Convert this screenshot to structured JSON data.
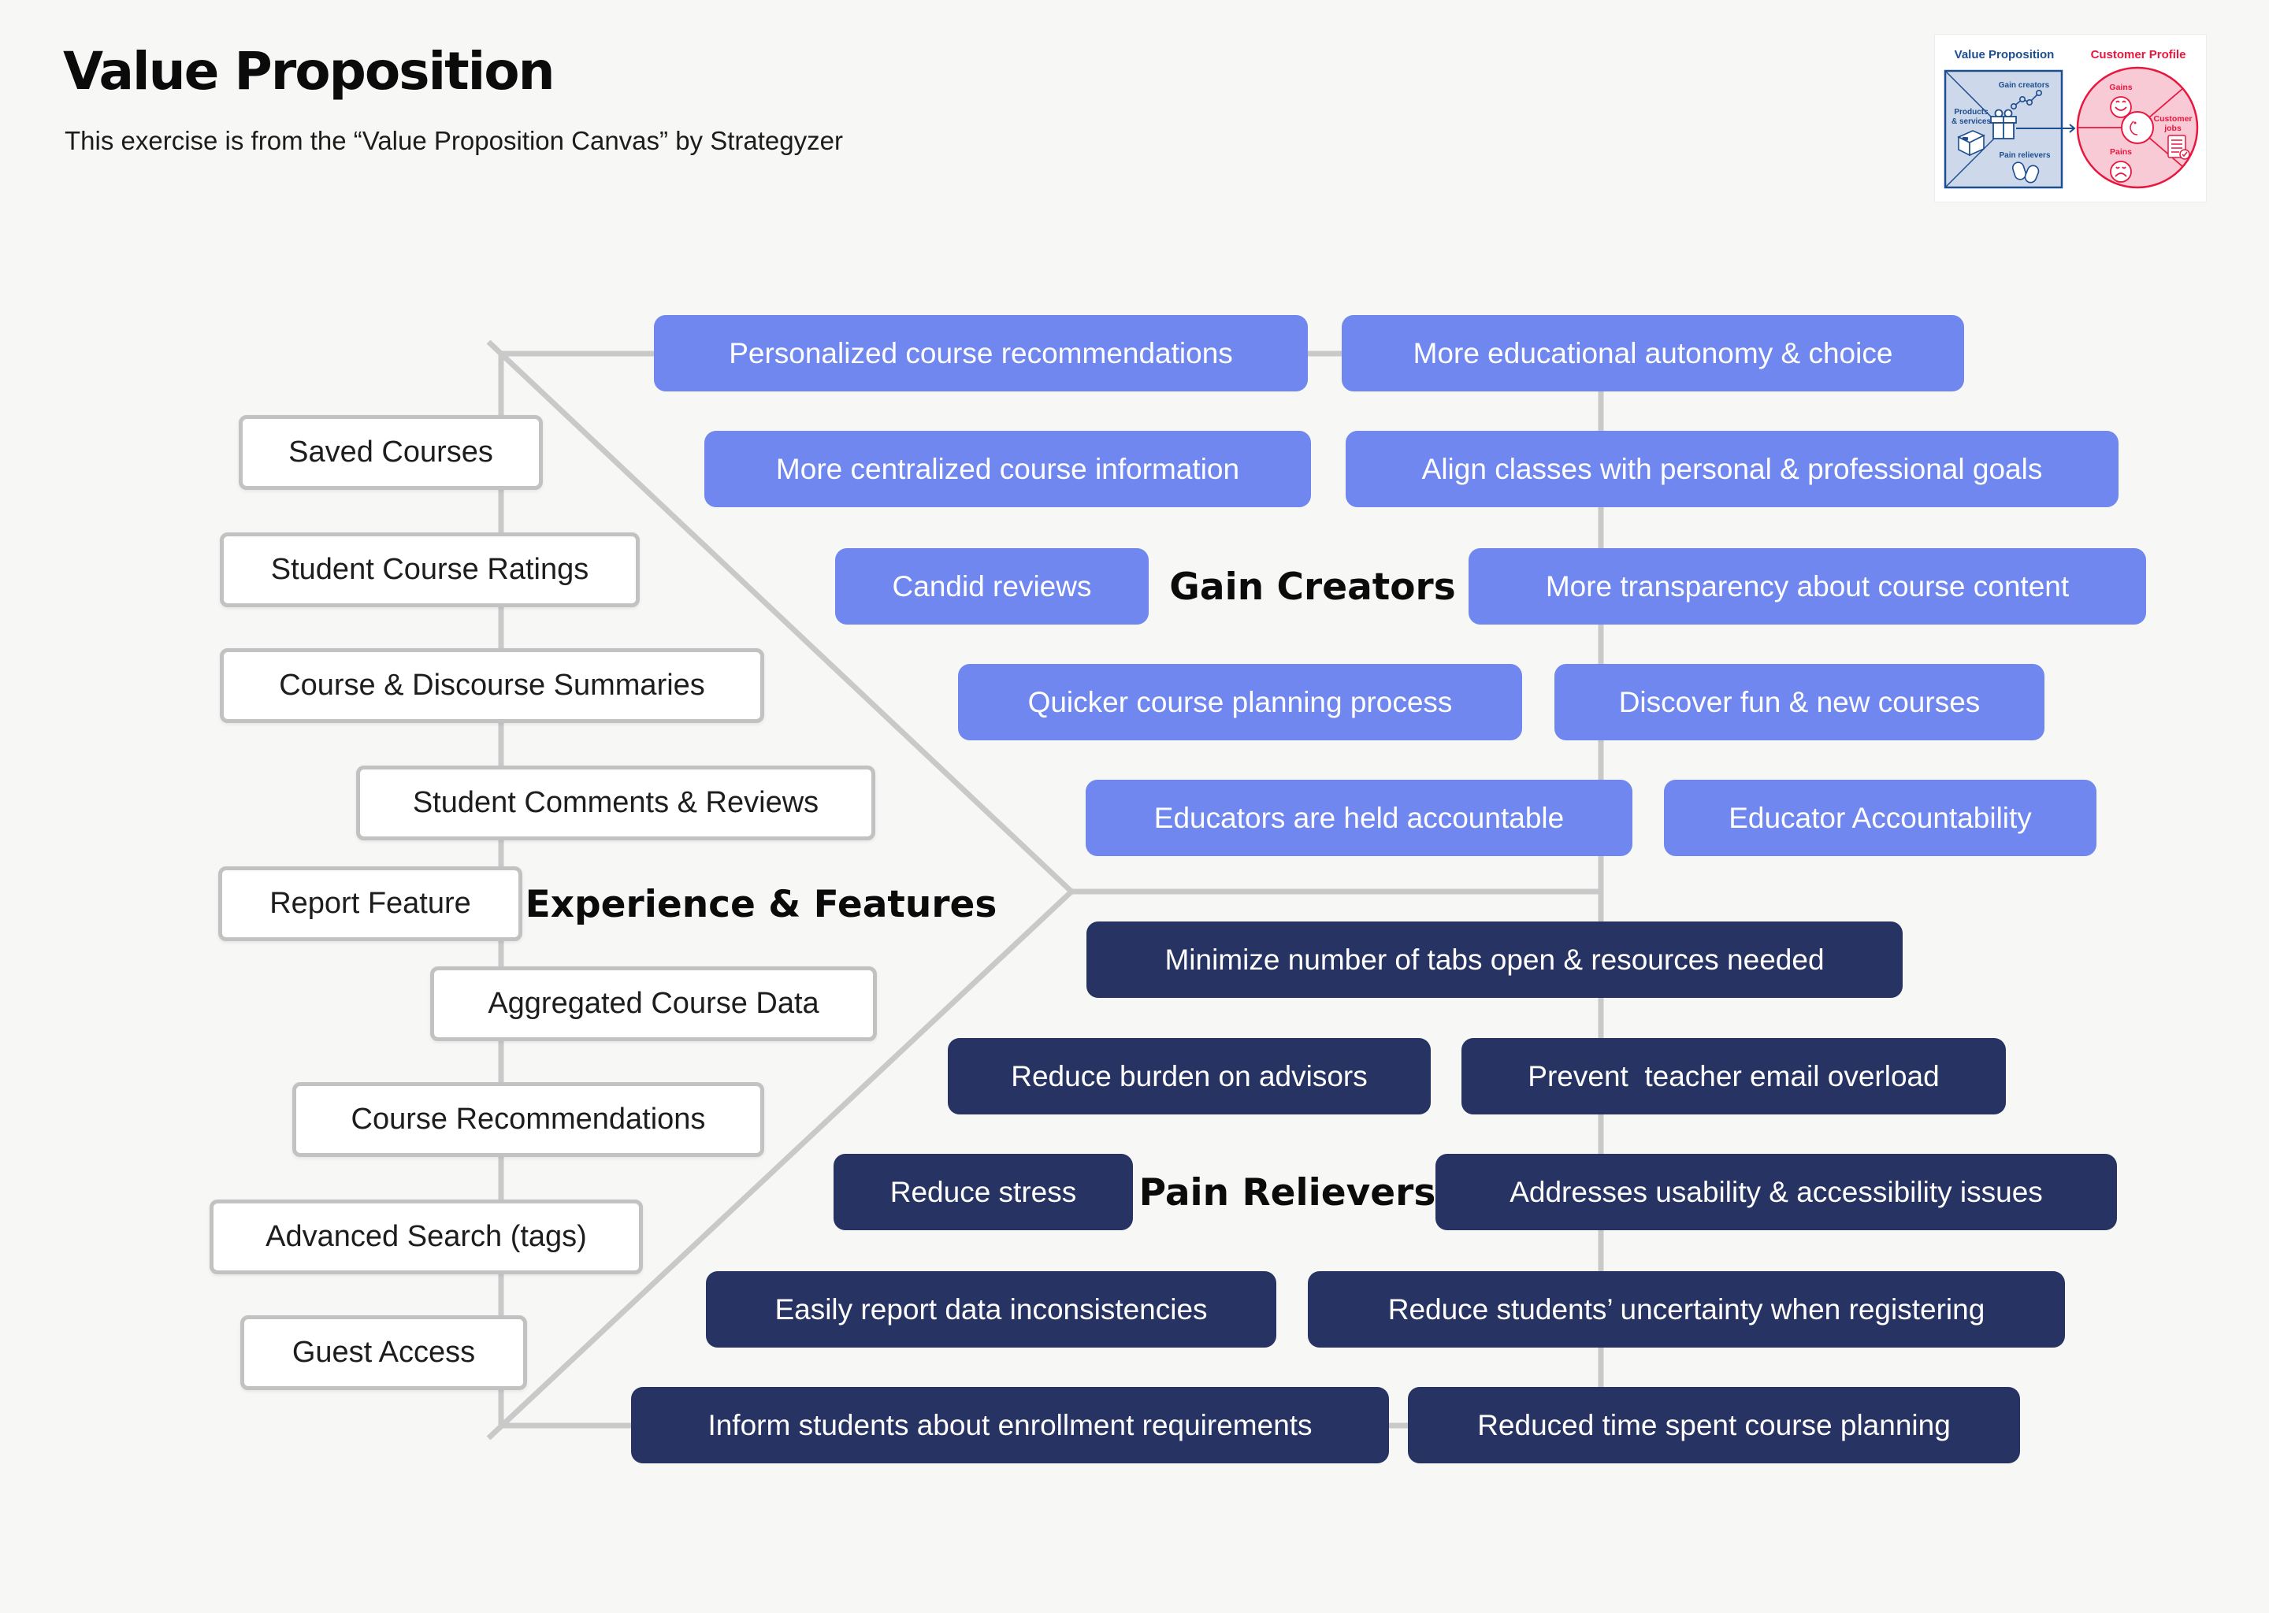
{
  "page": {
    "title": "Value Proposition",
    "subtitle": "This exercise is from the “Value Proposition Canvas” by Strategyzer"
  },
  "colors": {
    "background": "#f7f7f6",
    "gain_blue": "#6f87ee",
    "pain_navy": "#263363",
    "connector_gray": "#c9c9c9",
    "thumbnail_navy": "#1d4e8f",
    "thumbnail_red": "#e8173f"
  },
  "sections": {
    "features": {
      "label": "Experience & Features",
      "items": [
        "Saved Courses",
        "Student Course Ratings",
        "Course & Discourse Summaries",
        "Student Comments & Reviews",
        "Report Feature",
        "Aggregated Course Data",
        "Course Recommendations",
        "Advanced Search (tags)",
        "Guest Access"
      ]
    },
    "gain_creators": {
      "label": "Gain Creators",
      "items": [
        "Personalized course recommendations",
        "More educational autonomy & choice",
        "More centralized course information",
        "Align classes with personal & professional goals",
        "Candid reviews",
        "More transparency about course content",
        "Quicker course planning process",
        "Discover fun & new courses",
        "Educators are held accountable",
        "Educator Accountability"
      ]
    },
    "pain_relievers": {
      "label": "Pain Relievers",
      "items": [
        "Minimize number of tabs open & resources needed",
        "Reduce burden on advisors",
        "Prevent  teacher email overload",
        "Reduce stress",
        "Addresses usability & accessibility issues",
        "Easily report data inconsistencies",
        "Reduce students’ uncertainty when registering",
        "Inform students about enrollment requirements",
        "Reduced time spent course planning"
      ]
    }
  },
  "thumbnail": {
    "vp_title": "Value Proposition",
    "cp_title": "Customer Profile",
    "gain_creators": "Gain creators",
    "products_line1": "Products",
    "products_line2": "& services",
    "pain_relievers": "Pain relievers",
    "gains": "Gains",
    "jobs_line1": "Customer",
    "jobs_line2": "jobs",
    "pains": "Pains"
  }
}
